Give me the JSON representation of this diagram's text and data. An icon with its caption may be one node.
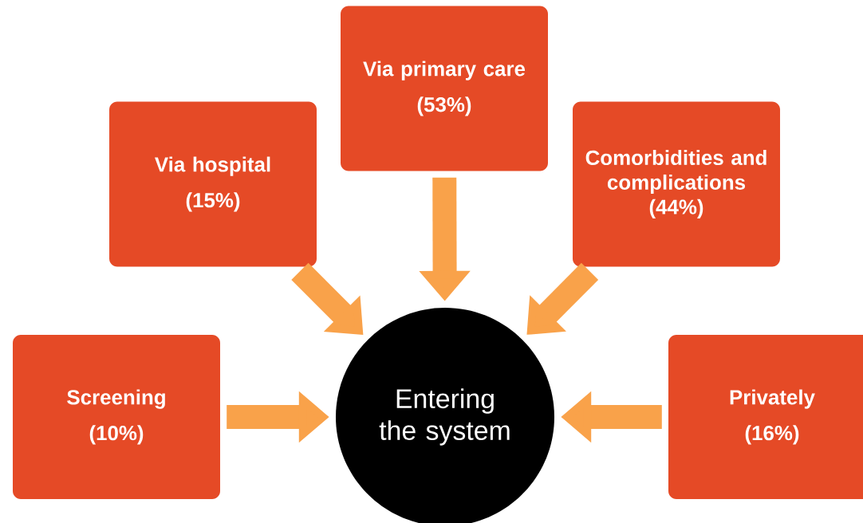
{
  "diagram": {
    "nodes": [
      {
        "text": [
          "Via hospital",
          "(15%)"
        ]
      },
      {
        "text": [
          "Via primary care",
          "(53%)"
        ]
      },
      {
        "text": [
          "Comorbidities and complications (44%)"
        ]
      },
      {
        "text": [
          "Screening",
          "(10%)"
        ]
      },
      {
        "text": [
          "Privately",
          "(16%)"
        ]
      },
      {
        "text": [
          "Entering the system"
        ]
      }
    ],
    "edges": [
      {
        "from": 0,
        "to": 5,
        "arrow": "to"
      },
      {
        "from": 1,
        "to": 5,
        "arrow": "to"
      },
      {
        "from": 2,
        "to": 5,
        "arrow": "to"
      },
      {
        "from": 3,
        "to": 5,
        "arrow": "to"
      },
      {
        "from": 4,
        "to": 5,
        "arrow": "to"
      }
    ]
  }
}
